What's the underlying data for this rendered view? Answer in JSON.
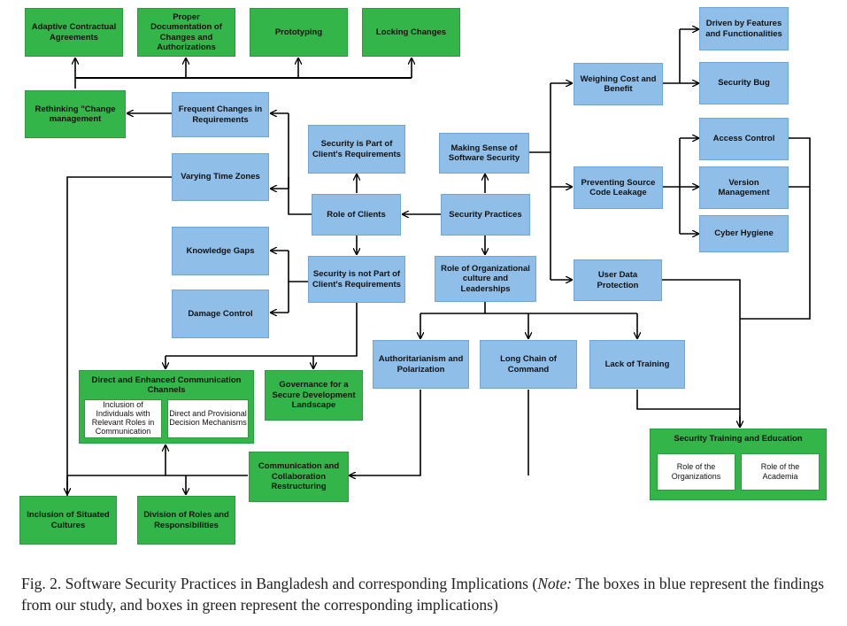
{
  "boxes": {
    "adaptive": "Adaptive Contractual Agreements",
    "proper_doc": "Proper Documentation of Changes and Authorizations",
    "prototyping": "Prototyping",
    "locking": "Locking Changes",
    "rethinking": "Rethinking \"Change management",
    "frequent": "Frequent Changes in Requirements",
    "varying": "Varying Time Zones",
    "sec_part": "Security is Part of Client's Requirements",
    "role_clients": "Role of Clients",
    "sec_not_part": "Security is not Part of Client's Requirements",
    "knowledge": "Knowledge Gaps",
    "damage": "Damage Control",
    "making_sense": "Making Sense of Software Security",
    "sec_practices": "Security Practices",
    "role_org": "Role of Organizational culture and Leaderships",
    "weighing": "Weighing Cost and Benefit",
    "preventing": "Preventing Source Code Leakage",
    "user_data": "User Data Protection",
    "driven": "Driven by Features and Functionalities",
    "sec_bug": "Security Bug",
    "access": "Access Control",
    "version": "Version Management",
    "cyber": "Cyber Hygiene",
    "authoritarianism": "Authoritarianism and Polarization",
    "long_chain": "Long Chain of Command",
    "lack_training": "Lack of Training",
    "direct_channels": "Direct and Enhanced Communication Channels",
    "inclusion_individuals": "Inclusion of Individuals with Relevant Roles in Communication",
    "direct_provisional": "Direct and Provisional Decision Mechanisms",
    "governance": "Governance for a Secure Development Landscape",
    "comm_collab": "Communication and Collaboration Restructuring",
    "inclusion_cultures": "Inclusion of Situated Cultures",
    "division_roles": "Division of Roles and Responsibilities",
    "sec_training": "Security Training and Education",
    "role_orgs": "Role of the Organizations",
    "role_academia": "Role of the Academia"
  },
  "caption": {
    "prefix": "Fig. 2.  Software Security Practices in Bangladesh and corresponding Implications (",
    "note": "Note:",
    "suffix": " The boxes in blue represent the findings from our study, and boxes in green represent the corresponding implications)"
  },
  "colors": {
    "blue": "#8fbfe8",
    "green": "#34b549",
    "line": "#000000"
  }
}
